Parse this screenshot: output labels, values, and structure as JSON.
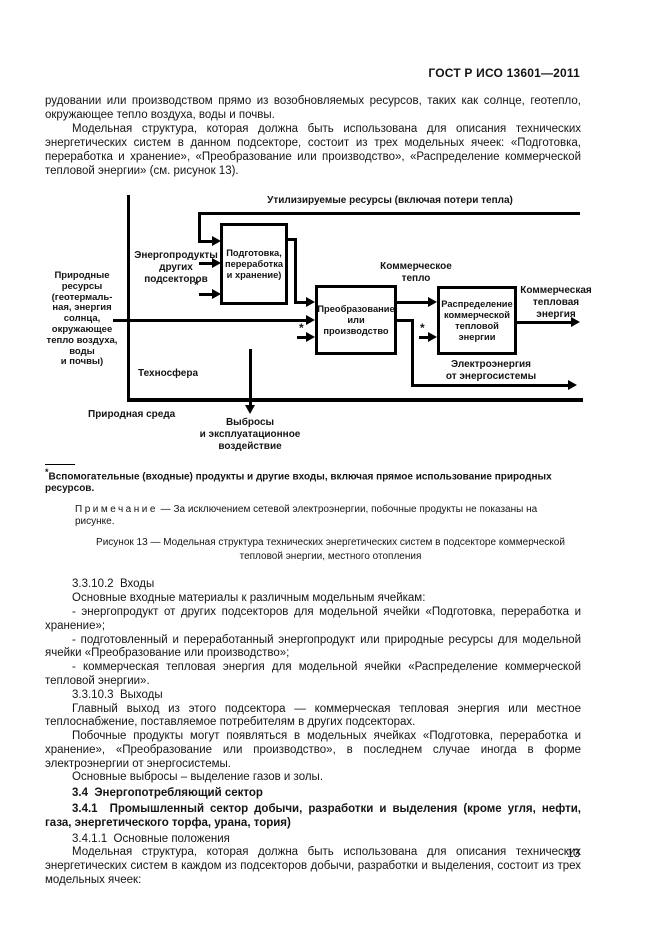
{
  "header": {
    "title": "ГОСТ Р ИСО 13601—2011",
    "page_number": "13"
  },
  "intro": {
    "p1": "рудовании или производством прямо из возобновляемых ресурсов, таких как солнце, геотепло, окружающее тепло воздуха, воды и почвы.",
    "p2": "Модельная структура, которая должна быть использована для описания технических энергетических систем в данном подсекторе, состоит из трех модельных ячеек: «Подготовка, переработка и хранение», «Преобразование или производство», «Распределение коммерческой тепловой энергии» (см. рисунок 13)."
  },
  "diagram": {
    "recycled_label": "Утилизируемые ресурсы (включая потери тепла)",
    "energy_products_label": "Энергопродукты\nдругих\nподсекторов",
    "natural_resources_label": "Природные\nресурсы\n(геотермаль-\nная, энергия\nсолнца,\nокружающее\nтепло воздуха,\nводы\nи почвы)",
    "asterisk": "*",
    "box_preparation": "Подготовка,\nпереработка\nи хранение)",
    "box_conversion": "Преобразование\nили\nпроизводство",
    "box_distribution": "Распределение\nкоммерческой\nтепловой\nэнергии",
    "commercial_heat_label": "Коммерческое\nтепло",
    "commercial_heat_energy_label": "Коммерческая\nтепловая\nэнергия",
    "electricity_label": "Электроэнергия\nот энергосистемы",
    "technosphere_label": "Техносфера",
    "natural_environment_label": "Природная среда",
    "emissions_label": "Выбросы\nи эксплуатационное\nвоздействие"
  },
  "footnote": {
    "mark": "*",
    "text": "Вспомогательные (входные) продукты и другие входы, включая прямое использование природных ресурсов."
  },
  "note": {
    "label": "Примечание",
    "text": " — За исключением сетевой электроэнергии, побочные продукты не показаны на рисунке."
  },
  "figure_caption": "Рисунок 13 — Модельная структура технических энергетических систем в подсекторе коммерческой тепловой энергии, местного отопления",
  "sections": {
    "s_33102": {
      "heading": "3.3.10.2  Входы",
      "intro": "Основные входные материалы к различным модельным ячейкам:",
      "items": [
        "- энергопродукт от других подсекторов для модельной ячейки «Подготовка, переработка и хранение»;",
        "- подготовленный и переработанный энергопродукт или природные ресурсы для модельной ячейки «Преобразование или производство»;",
        "- коммерческая тепловая энергия для модельной ячейки «Распределение коммерческой тепловой энергии»."
      ]
    },
    "s_33103": {
      "heading": "3.3.10.3  Выходы",
      "p1": "Главный выход из этого подсектора — коммерческая тепловая энергия или местное теплоснабжение, поставляемое потребителям в других подсекторах.",
      "p2": "Побочные продукты могут появляться в модельных ячейках «Подготовка, переработка и хранение», «Преобразование или производство», в последнем случае иногда в форме электроэнергии от энергосистемы.",
      "p3": "Основные выбросы – выделение газов и золы."
    },
    "s_34": {
      "heading": "3.4  Энергопотребляющий сектор"
    },
    "s_341": {
      "heading": "3.4.1  Промышленный сектор добычи, разработки и выделения (кроме угля, нефти, газа, энергетического торфа, урана, тория)"
    },
    "s_3411": {
      "heading": "3.4.1.1  Основные положения",
      "p1": "Модельная структура, которая должна быть использована для описания технических энергетических систем в каждом из подсекторов добычи, разработки и выделения, состоит из трех модельных ячеек:"
    }
  }
}
